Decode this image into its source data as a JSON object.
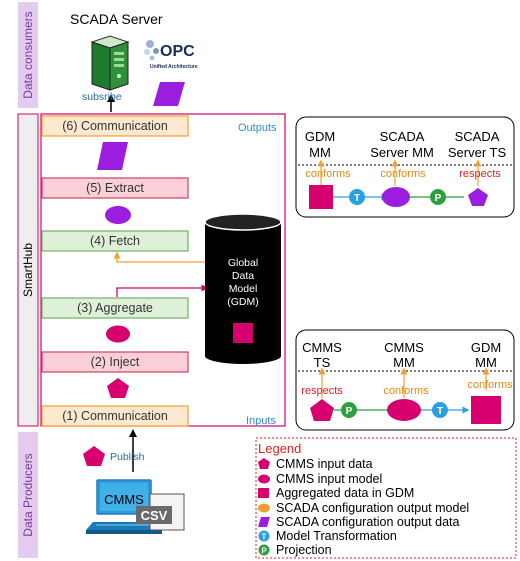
{
  "side_labels": {
    "consumers": "Data consumers",
    "smarthub": "SmartHub",
    "producers": "Data Producers"
  },
  "scada_server_title": "SCADA Server",
  "opc": {
    "logo_text": "OPC",
    "subtitle": "Unified Architecture"
  },
  "subscribe_label": "subsribe",
  "publish_label": "Publish",
  "hub": {
    "outputs_label": "Outputs",
    "inputs_label": "Inputs",
    "steps": [
      {
        "label": "(6) Communication",
        "fill": "#fde9d0",
        "stroke": "#f0a030"
      },
      {
        "label": "(5) Extract",
        "fill": "#f9d0d8",
        "stroke": "#d04060"
      },
      {
        "label": "(4) Fetch",
        "fill": "#dff0d8",
        "stroke": "#70b060"
      },
      {
        "label": "(3) Aggregate",
        "fill": "#dff0d8",
        "stroke": "#70b060"
      },
      {
        "label": "(2) Inject",
        "fill": "#f9d0d8",
        "stroke": "#d04060"
      },
      {
        "label": "(1) Communication",
        "fill": "#fde9d0",
        "stroke": "#f0a030"
      }
    ]
  },
  "gdm_cylinder_lines": [
    "Global",
    "Data",
    "Model",
    "(GDM)"
  ],
  "cmms_label": "CMMS",
  "csv_label": "CSV",
  "top_conformance": {
    "columns": [
      [
        "GDM",
        "MM"
      ],
      [
        "SCADA",
        "Server MM"
      ],
      [
        "SCADA",
        "Server TS"
      ]
    ],
    "relations": [
      "conforms",
      "conforms",
      "respects"
    ],
    "badges": [
      "T",
      "P"
    ]
  },
  "bottom_conformance": {
    "columns": [
      [
        "CMMS",
        "TS"
      ],
      [
        "CMMS",
        "MM"
      ],
      [
        "GDM",
        "MM"
      ]
    ],
    "relations": [
      "respects",
      "conforms",
      "conforms"
    ],
    "badges": [
      "P",
      "T"
    ]
  },
  "legend": {
    "title": "Legend",
    "items": [
      {
        "shape": "pentagon",
        "color": "#d6006e",
        "label": "CMMS input data"
      },
      {
        "shape": "ellipse",
        "color": "#d6006e",
        "label": "CMMS input model"
      },
      {
        "shape": "square",
        "color": "#d6006e",
        "label": "Aggregated data in GDM"
      },
      {
        "shape": "ellipse",
        "color": "#f0a030",
        "label": "SCADA configuration output model"
      },
      {
        "shape": "parallelogram",
        "color": "#9b1ee0",
        "label": "SCADA configuration output data"
      },
      {
        "shape": "badge-t",
        "color": "#2aa0e0",
        "label": "Model Transformation"
      },
      {
        "shape": "badge-p",
        "color": "#2e9e3e",
        "label": "Projection"
      }
    ]
  },
  "colors": {
    "magenta": "#d6006e",
    "purple": "#9b1ee0",
    "blue": "#2aa0e0",
    "green": "#2e9e3e",
    "orange": "#f0a030",
    "band": "#e3ccf0",
    "band_text": "#7a3aa0",
    "frame": "#d6006e",
    "legend_red": "#e02020"
  }
}
